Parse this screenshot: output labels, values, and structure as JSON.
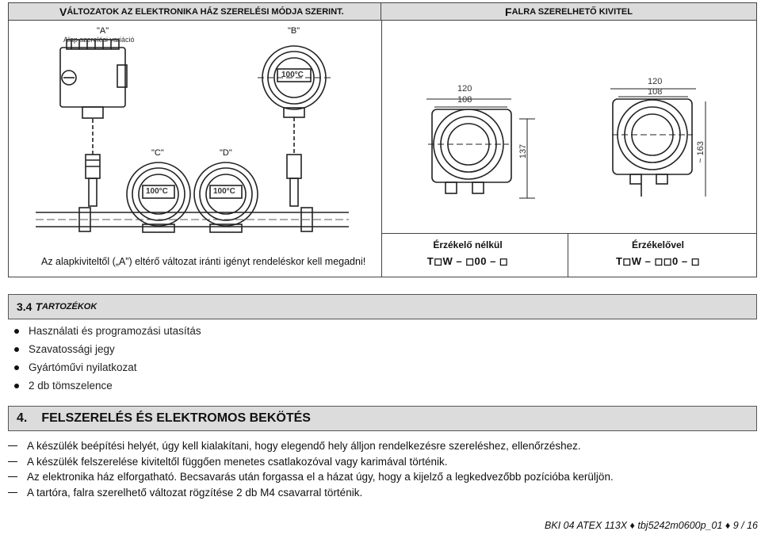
{
  "table": {
    "left_header_cap": "V",
    "left_header_rest": "ÁLTOZATOK AZ ELEKTRONIKA HÁZ SZERELÉSI MÓDJA SZERINT.",
    "right_header_cap": "F",
    "right_header_rest": "ALRA SZERELHETŐ KIVITEL",
    "variant_a": "\"A\"",
    "variant_a_sub": "Alap szerelési variáció",
    "variant_b": "\"B\"",
    "variant_c": "\"C\"",
    "variant_d": "\"D\"",
    "display_text": "100°C",
    "note": "Az alapkiviteltől („A”) eltérő változat iránti igényt rendeléskor kell megadni!",
    "without_sensor_label": "Érzékelő nélkül",
    "without_sensor_code": "T◻W – ◻00 – ◻",
    "with_sensor_label": "Érzékelővel",
    "with_sensor_code": "T◻W – ◻◻0 – ◻",
    "dim_120": "120",
    "dim_108": "108",
    "dim_137": "137",
    "dim_163": "~ 163"
  },
  "section_34": {
    "number": "3.4",
    "title_cap": "T",
    "title_rest": "ARTOZÉKOK",
    "items": [
      "Használati és programozási utasítás",
      "Szavatossági jegy",
      "Gyártóművi nyilatkozat",
      "2 db tömszelence"
    ]
  },
  "section_4": {
    "number": "4.",
    "title": "FELSZERELÉS ÉS ELEKTROMOS BEKÖTÉS",
    "items": [
      "A készülék beépítési helyét, úgy kell kialakítani, hogy elegendő hely álljon rendelkezésre szereléshez, ellenőrzéshez.",
      "A készülék felszerelése kiviteltől függően menetes csatlakozóval vagy karimával történik.",
      "Az elektronika ház elforgatható. Becsavarás után forgassa el a házat úgy, hogy a kijelző a legkedvezőbb pozícióba kerüljön.",
      "A tartóra, falra szerelhető változat rögzítése 2 db M4 csavarral történik."
    ]
  },
  "footer": "BKI 04 ATEX 113X ♦ tbj5242m0600p_01 ♦ 9 / 16"
}
